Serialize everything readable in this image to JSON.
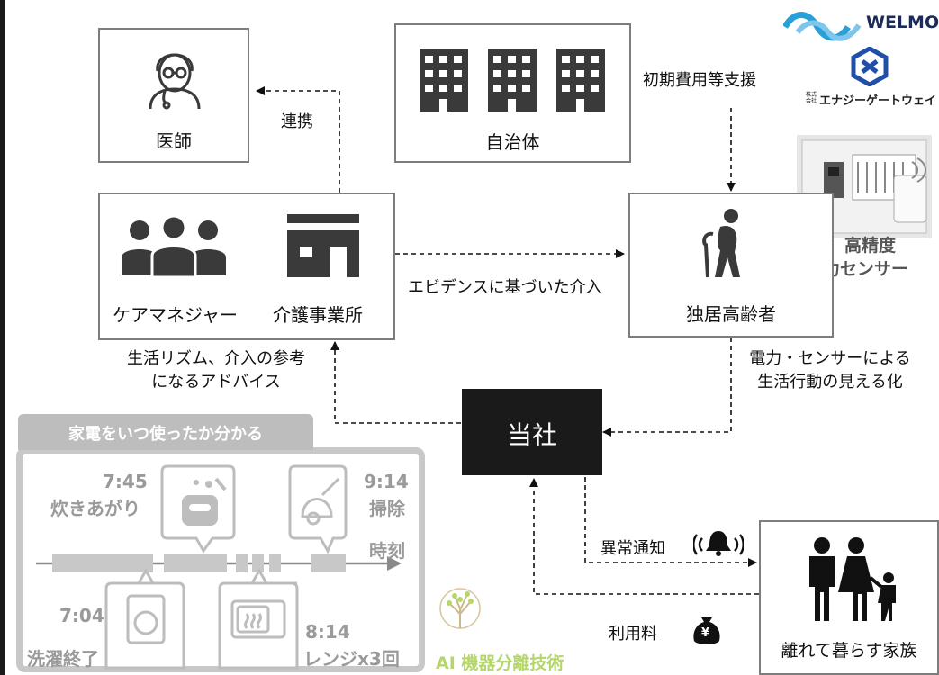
{
  "nodes": {
    "doctor": "医師",
    "municipality": "自治体",
    "care_manager": "ケアマネジャー",
    "care_office": "介護事業所",
    "elderly": "独居高齢者",
    "company": "当社",
    "family": "離れて暮らす家族"
  },
  "edges": {
    "cooperation": "連携",
    "initial_cost": "初期費用等支援",
    "evidence_care": "エビデンスに基づいた介入",
    "advice_line1": "生活リズム、介入の参考",
    "advice_line2": "になるアドバイス",
    "visualize_line1": "電力・センサーによる",
    "visualize_line2": "生活行動の見える化",
    "anomaly": "異常通知",
    "fee": "利用料"
  },
  "logos": {
    "welmo": "WELMO",
    "energy_gateway": "エナジーゲートウェイ",
    "energy_gateway_prefix": "株式会社"
  },
  "sensor": {
    "line1": "高精度",
    "line2": "電力センサー"
  },
  "appliance_panel": {
    "header": "家電をいつ使ったか分かる",
    "time_axis": "時刻",
    "events": [
      {
        "time": "7:45",
        "label": "炊きあがり"
      },
      {
        "time": "9:14",
        "label": "掃除"
      },
      {
        "time": "7:04",
        "label": "洗濯終了"
      },
      {
        "time": "8:14",
        "label": "レンジx3回"
      }
    ]
  },
  "ai_caption": "AI 機器分離技術",
  "fee_symbol": "¥",
  "colors": {
    "gray": "#9a9a9a",
    "panel": "#c8c8c8",
    "dark": "#1a1a1a",
    "ai_green": "#b5d66a",
    "welmo_blue": "#2aa0d8"
  }
}
